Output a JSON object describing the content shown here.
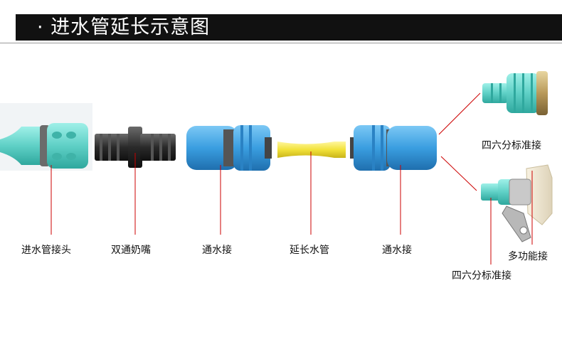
{
  "header": {
    "title": "· 进水管延长示意图"
  },
  "labels": {
    "inlet_connector": "进水管接头",
    "double_nipple": "双通奶嘴",
    "connector_left": "通水接",
    "extension_hose": "延长水管",
    "connector_right": "通水接",
    "adapter_top": "四六分标准接",
    "multi_connector": "多功能接",
    "adapter_bottom": "四六分标准接"
  },
  "colors": {
    "title_bg": "#111111",
    "teal": "#5fd0c6",
    "blue": "#3a9ee0",
    "hose_yellow": "#f2e23a",
    "leader_line": "#cc0000"
  }
}
